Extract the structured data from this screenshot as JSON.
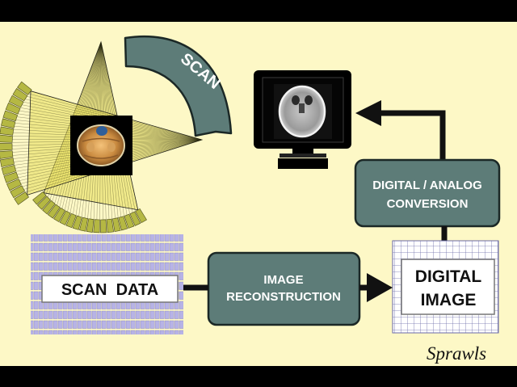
{
  "labels": {
    "scan": "SCAN",
    "scan_data": "SCAN  DATA",
    "reconstruction_line1": "IMAGE",
    "reconstruction_line2": "RECONSTRUCTION",
    "conversion_line1": "DIGITAL / ANALOG",
    "conversion_line2": "CONVERSION",
    "digital_line1": "DIGITAL",
    "digital_line2": "IMAGE"
  },
  "signature": "Sprawls",
  "colors": {
    "background": "#fdf8c6",
    "frame": "#000000",
    "box_fill": "#5d7c78",
    "box_stroke": "#24302e",
    "box_text": "#ffffff",
    "detector": "#b5b843",
    "beam": "#e6dd5a",
    "scan_data_rows": "#b7b3e6",
    "arrow": "#111111"
  }
}
